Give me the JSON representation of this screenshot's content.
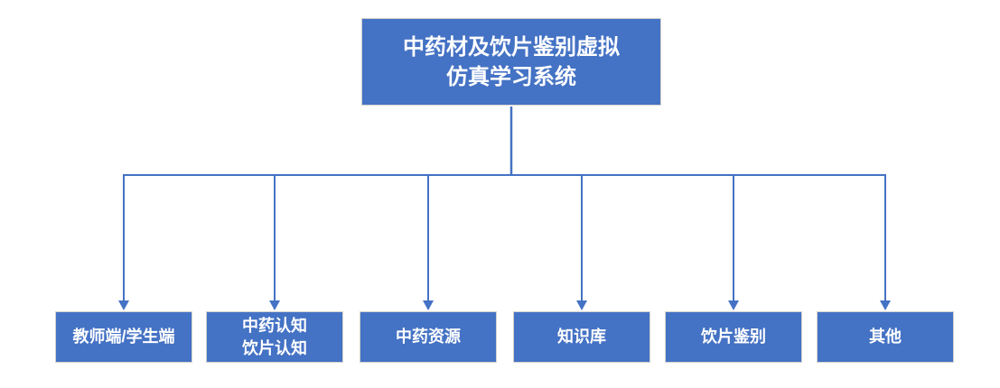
{
  "diagram": {
    "type": "tree",
    "root": {
      "id": "root",
      "label": "中药材及饮片鉴别虚拟\n仿真学习系统"
    },
    "children": [
      {
        "id": "child-0",
        "label": "教师端/学生端"
      },
      {
        "id": "child-1",
        "label": "中药认知\n饮片认知"
      },
      {
        "id": "child-2",
        "label": "中药资源"
      },
      {
        "id": "child-3",
        "label": "知识库"
      },
      {
        "id": "child-4",
        "label": "饮片鉴别"
      },
      {
        "id": "child-5",
        "label": "其他"
      }
    ],
    "edges": [
      {
        "from": "root",
        "to": "child-0",
        "arrow": "end"
      },
      {
        "from": "root",
        "to": "child-1",
        "arrow": "end"
      },
      {
        "from": "root",
        "to": "child-2",
        "arrow": "end"
      },
      {
        "from": "root",
        "to": "child-3",
        "arrow": "end"
      },
      {
        "from": "root",
        "to": "child-4",
        "arrow": "end"
      },
      {
        "from": "root",
        "to": "child-5",
        "arrow": "end"
      }
    ],
    "colors": {
      "node_fill": "#4472C4",
      "node_border": "#D4D2CC",
      "connector": "#4472C4",
      "text": "#FFFFFF",
      "background": "#FFFFFF"
    }
  }
}
